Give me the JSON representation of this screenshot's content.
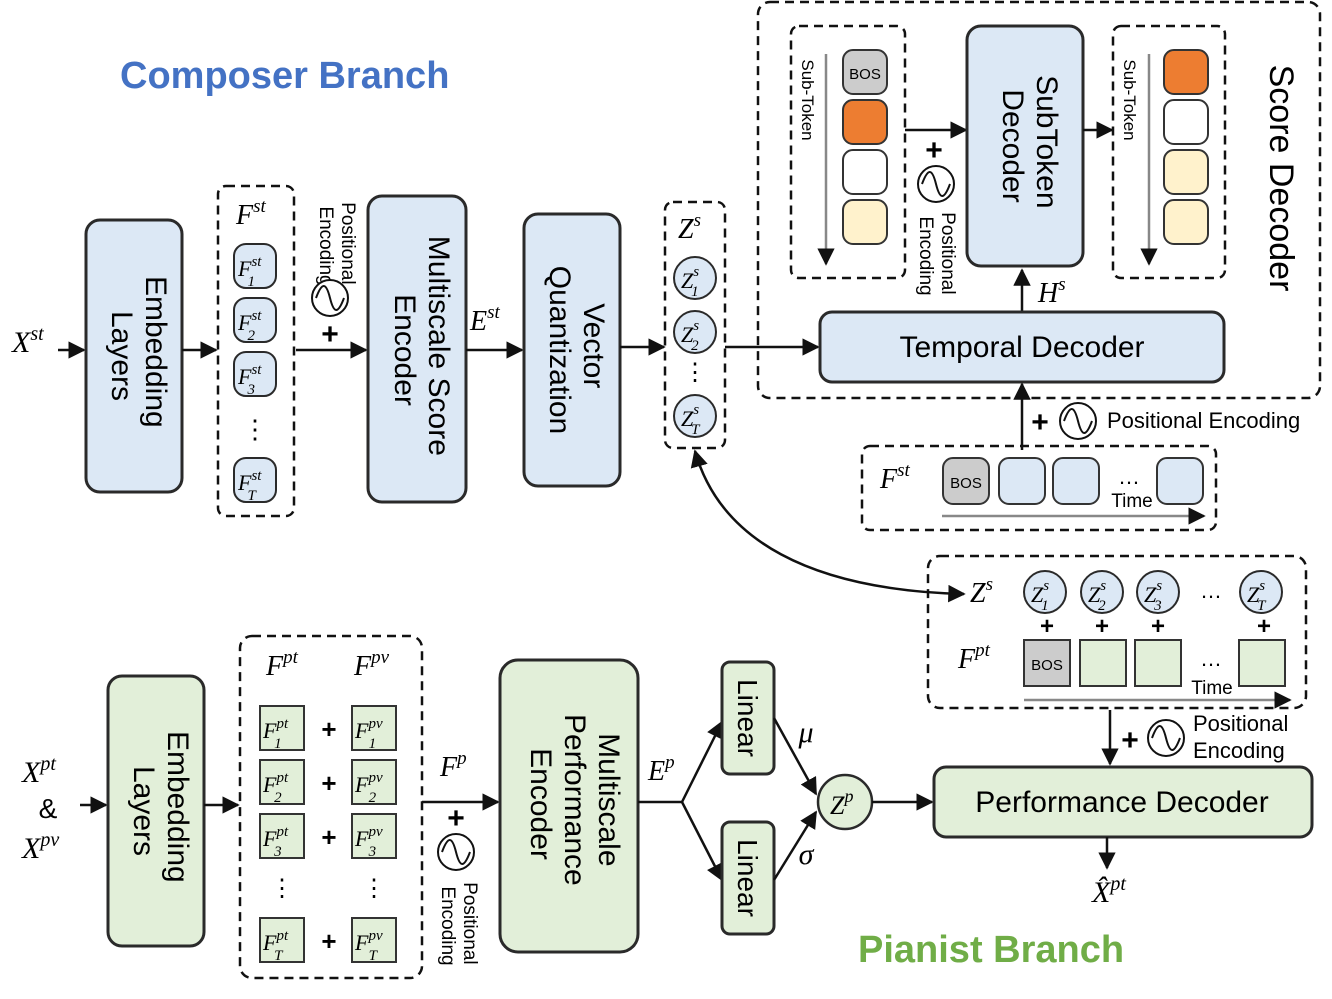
{
  "titles": {
    "composer": "Composer Branch",
    "pianist": "Pianist Branch",
    "score_decoder": "Score Decoder"
  },
  "colors": {
    "composer_title": "#4472c4",
    "pianist_title": "#70ad47",
    "composer_block": "#dce8f5",
    "pianist_block": "#e2efd9",
    "orange_token": "#ed7d31",
    "cream_token": "#fff2cc",
    "bos_token": "#cccccc"
  },
  "inputs": {
    "xst_base": "X",
    "xst_sup": "st",
    "xpt_base": "X",
    "xpt_sup": "pt",
    "amp": "&",
    "xpv_base": "X",
    "xpv_sup": "pv"
  },
  "blocks": {
    "embedding_line1": "Embedding",
    "embedding_line2": "Layers",
    "mse_line1": "Multiscale Score",
    "mse_line2": "Encoder",
    "vq_line1": "Vector",
    "vq_line2": "Quantization",
    "temporal_decoder": "Temporal Decoder",
    "subtoken_line1": "SubToken",
    "subtoken_line2": "Decoder",
    "mpe_line1": "Multiscale",
    "mpe_line2": "Performance",
    "mpe_line3": "Encoder",
    "linear": "Linear",
    "performance_decoder": "Performance Decoder"
  },
  "labels": {
    "positional": "Positional",
    "encoding": "Encoding",
    "positional_encoding": "Positional Encoding",
    "plus": "+",
    "ellipsis": "…",
    "vdots": "⋮",
    "sub_token": "Sub-Token",
    "bos": "BOS",
    "time": "Time",
    "F": "F",
    "Z": "Z",
    "E": "E",
    "H": "H",
    "st": "st",
    "pt": "pt",
    "pv": "pv",
    "s": "s",
    "p": "p",
    "mu": "μ",
    "sigma": "σ",
    "sub1": "1",
    "sub2": "2",
    "sub3": "3",
    "subT": "T",
    "xhat": "X̂"
  },
  "icons": {
    "wave": "sine-wave-icon"
  }
}
